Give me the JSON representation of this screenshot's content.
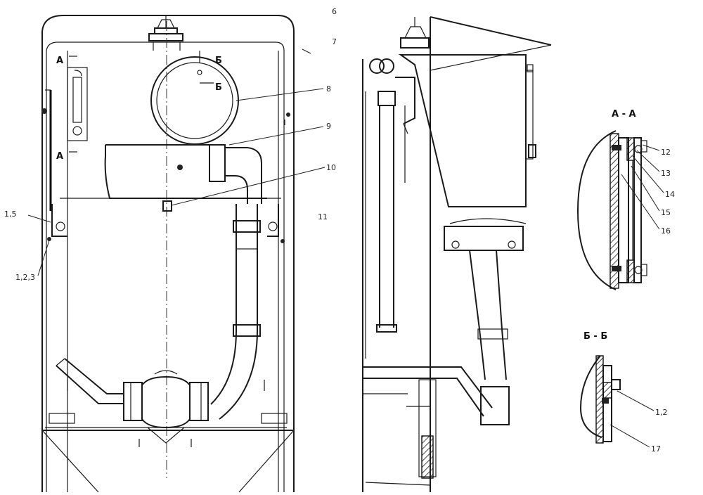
{
  "labels": {
    "n6": "6",
    "n7": "7",
    "n8": "8",
    "n9": "9",
    "n10": "10",
    "n11": "11",
    "n1_5": "1,5",
    "n1_2_3": "1,2,3",
    "n12": "12",
    "n13": "13",
    "n14": "14",
    "n15": "15",
    "n16": "16",
    "n17": "17",
    "n1_2": "1,2"
  },
  "section_marks": {
    "a": "А",
    "b": "Б"
  },
  "section_titles": {
    "aa": "А - А",
    "bb": "Б - Б"
  },
  "colors": {
    "line": "#1a1a1a",
    "background": "#ffffff"
  }
}
